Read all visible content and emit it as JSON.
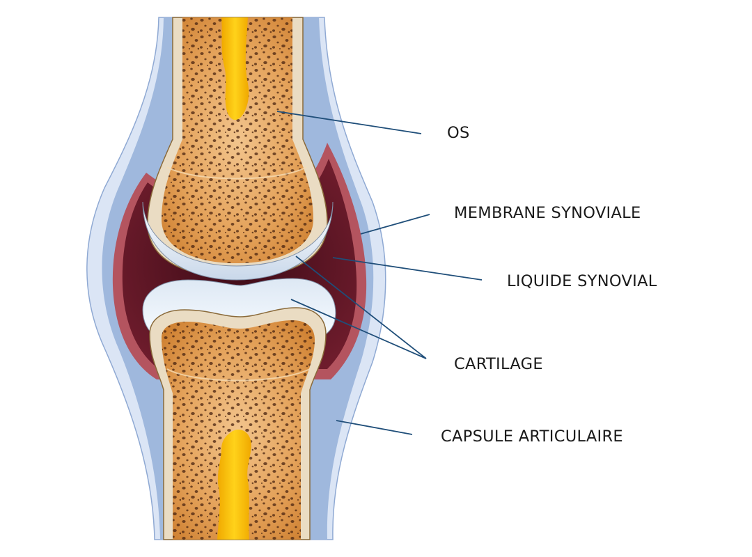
{
  "labels": {
    "os": "OS",
    "membrane": "MEMBRANE SYNOVIALE",
    "liquide": "LIQUIDE SYNOVIAL",
    "cartilage": "CARTILAGE",
    "capsule": "CAPSULE ARTICULAIRE"
  },
  "colors": {
    "leader_line": "#1f4e79",
    "capsule_outer": "#dbe5f5",
    "capsule_inner": "#9fb8dd",
    "synovial_fluid": "#5a1424",
    "synovial_membrane": "#b4545f",
    "cartilage": "#e6eff8",
    "bone_cortex": "#eadcc3",
    "spongy_bone": "#dc9642",
    "marrow": "#f5c400"
  }
}
